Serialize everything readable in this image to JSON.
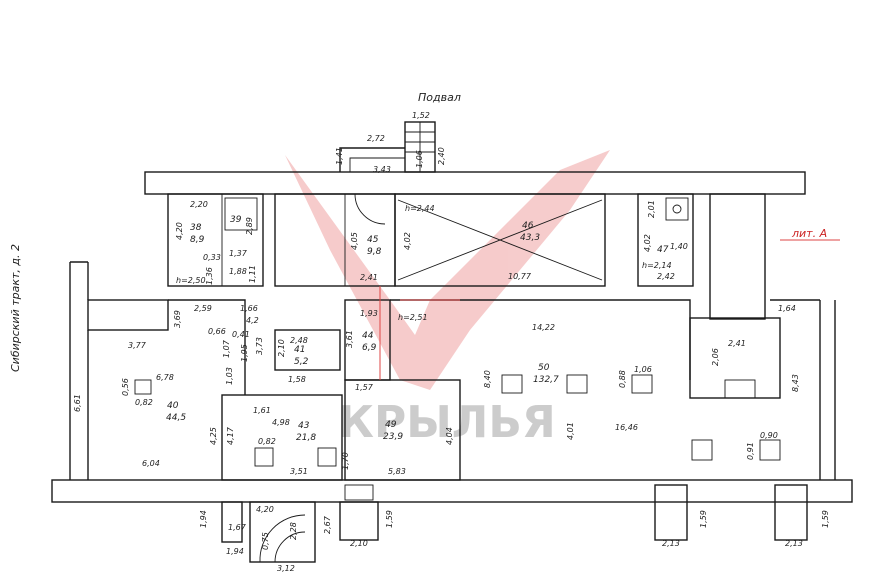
{
  "title": "Подвал",
  "street_label": "Сибирский тракт, д. 2",
  "lit_label": "лит. А",
  "watermark": {
    "text": "КРЫЛЬЯ",
    "color": "#e04848"
  },
  "rooms": [
    {
      "id": "r38",
      "num": "38",
      "area": "8,9"
    },
    {
      "id": "r39",
      "num": "39"
    },
    {
      "id": "r45",
      "num": "45",
      "area": "9,8"
    },
    {
      "id": "r46",
      "num": "46",
      "area": "43,3"
    },
    {
      "id": "r47",
      "num": "47"
    },
    {
      "id": "r41",
      "num": "41",
      "area": "5,2"
    },
    {
      "id": "r44",
      "num": "44",
      "area": "6,9"
    },
    {
      "id": "r50",
      "num": "50",
      "area": "132,7"
    },
    {
      "id": "r40",
      "num": "40",
      "area": "44,5"
    },
    {
      "id": "r43",
      "num": "43",
      "area": "21,8"
    },
    {
      "id": "r49",
      "num": "49",
      "area": "23,9"
    }
  ],
  "heights": [
    "h=2,44",
    "h=2,50",
    "h=2,14",
    "h=2,51"
  ],
  "dims": [
    "1,52",
    "2,72",
    "1,41",
    "3,43",
    "1,06",
    "2,40",
    "2,20",
    "4,20",
    "2,89",
    "1,37",
    "0,33",
    "1,88",
    "1,11",
    "1,36",
    "4,05",
    "4,02",
    "2,41",
    "10,77",
    "2,01",
    "4,02",
    "1,40",
    "2,42",
    "1,66",
    "2,59",
    "4,2",
    "3,69",
    "3,77",
    "0,66",
    "0,41",
    "1,07",
    "1,95",
    "1,03",
    "3,73",
    "2,10",
    "2,48",
    "1,58",
    "1,93",
    "3,61",
    "14,22",
    "1,64",
    "2,41",
    "2,06",
    "8,43",
    "0,56",
    "6,78",
    "0,82",
    "6,61",
    "1,57",
    "8,40",
    "0,88",
    "1,06",
    "1,61",
    "4,98",
    "4,25",
    "4,17",
    "0,82",
    "3,51",
    "1,70",
    "4,04",
    "5,83",
    "4,01",
    "16,46",
    "0,91",
    "0,90",
    "6,04",
    "1,94",
    "1,67",
    "4,20",
    "2,67",
    "1,59",
    "2,10",
    "0,75",
    "2,28",
    "1,94",
    "3,12",
    "2,13",
    "1,59",
    "2,13",
    "1,59"
  ]
}
